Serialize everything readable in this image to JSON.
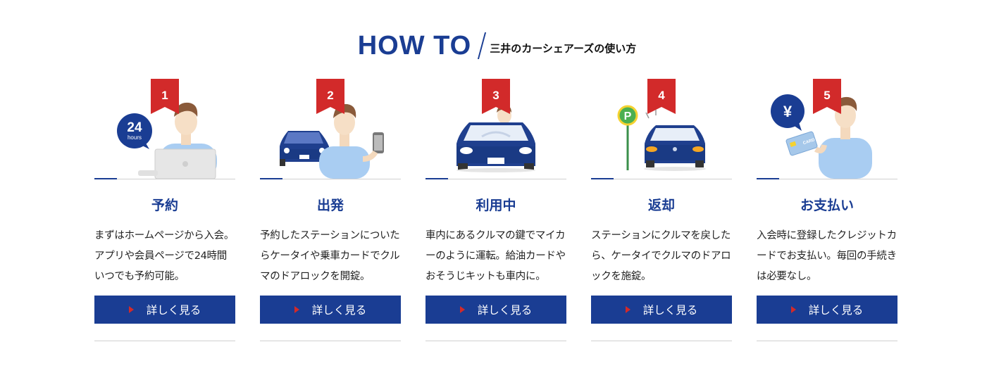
{
  "header": {
    "title": "HOW TO",
    "subtitle": "三井のカーシェアーズの使い方"
  },
  "colors": {
    "brand": "#1a3d93",
    "accent": "#d22a2a"
  },
  "steps": [
    {
      "number": "1",
      "title": "予約",
      "description": "まずはホームページから入会。アプリや会員ページで24時間いつでも予約可能。",
      "button": "詳しく見る",
      "badge": "24",
      "badge_sub": "hours",
      "icon": "laptop-reservation-icon"
    },
    {
      "number": "2",
      "title": "出発",
      "description": "予約したステーションについたらケータイや乗車カードでクルマのドアロックを開錠。",
      "button": "詳しく見る",
      "icon": "phone-unlock-icon"
    },
    {
      "number": "3",
      "title": "利用中",
      "description": "車内にあるクルマの鍵でマイカーのように運転。給油カードやおそうじキットも車内に。",
      "button": "詳しく見る",
      "icon": "driving-car-icon"
    },
    {
      "number": "4",
      "title": "返却",
      "description": "ステーションにクルマを戻したら、ケータイでクルマのドアロックを施錠。",
      "button": "詳しく見る",
      "badge": "P",
      "icon": "parking-return-icon"
    },
    {
      "number": "5",
      "title": "お支払い",
      "description": "入会時に登録したクレジットカードでお支払い。毎回の手続きは必要なし。",
      "button": "詳しく見る",
      "badge": "¥",
      "card_label": "CARD",
      "icon": "credit-card-payment-icon"
    }
  ]
}
